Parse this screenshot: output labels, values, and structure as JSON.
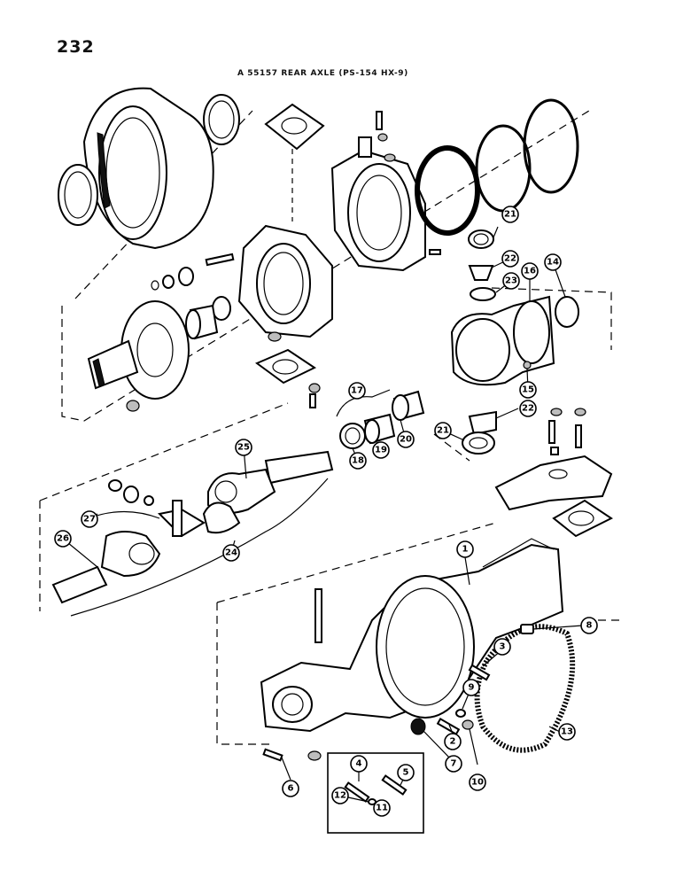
{
  "page_number": "232",
  "title": "A 55157 REAR AXLE (PS-154 HX-9)",
  "callouts": [
    "1",
    "2",
    "3",
    "4",
    "5",
    "6",
    "7",
    "8",
    "9",
    "10",
    "11",
    "12",
    "13",
    "14",
    "15",
    "16",
    "17",
    "18",
    "19",
    "20",
    "21",
    "21",
    "22",
    "22",
    "23",
    "24",
    "25",
    "26",
    "27"
  ]
}
